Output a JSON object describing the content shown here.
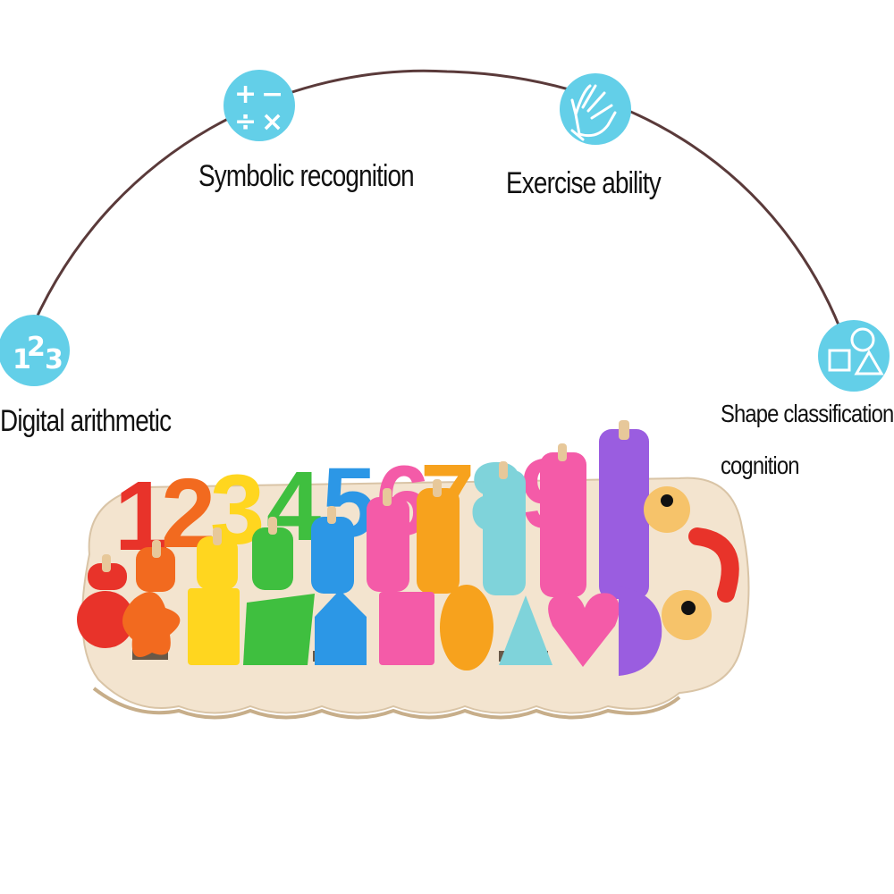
{
  "features": [
    {
      "id": "digital",
      "label": "Digital arithmetic",
      "icon": "numbers-123-icon",
      "glyphs": [
        "1",
        "2",
        "3"
      ]
    },
    {
      "id": "symbolic",
      "label": "Symbolic recognition",
      "icon": "math-operators-icon",
      "glyphs": [
        "+",
        "−",
        "÷",
        "×"
      ]
    },
    {
      "id": "exercise",
      "label": "Exercise ability",
      "icon": "hand-icon"
    },
    {
      "id": "shape",
      "label_line1": "Shape classification",
      "label_line2": "cognition",
      "icon": "shapes-icon"
    }
  ],
  "toy": {
    "numbers": [
      "1",
      "2",
      "3",
      "4",
      "5",
      "6",
      "7",
      "8",
      "9"
    ]
  },
  "colors": {
    "badge": "#63cfe8",
    "arc": "#5a3a3a",
    "board": "#f3e4cf",
    "red": "#e8332a",
    "orange": "#f26a1f",
    "yellow": "#ffd61f",
    "green": "#3fbf3f",
    "blue": "#2c97e6",
    "pink": "#f45ba8",
    "amber": "#f7a21d",
    "teal": "#7fd3da",
    "purple": "#9a5de0"
  }
}
